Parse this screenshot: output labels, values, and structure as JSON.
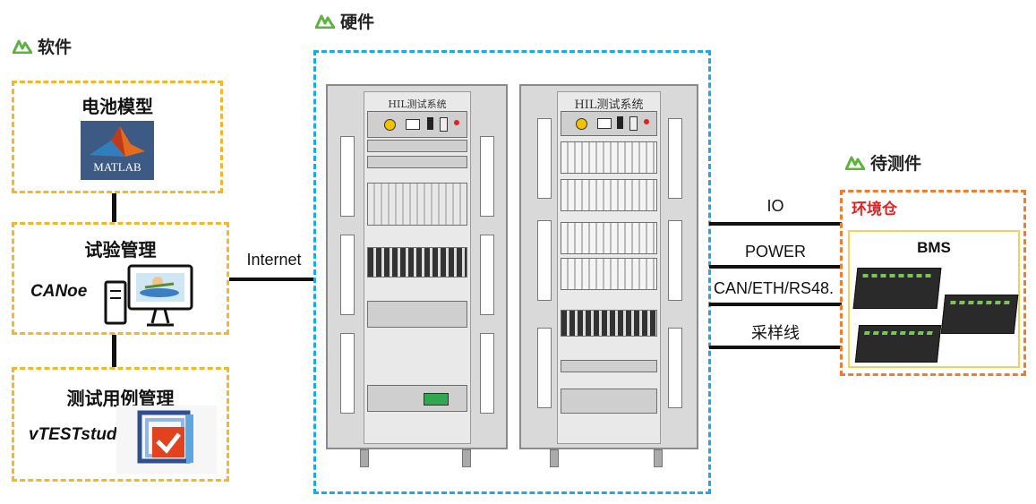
{
  "software": {
    "title": "软件",
    "battery_model": {
      "title": "电池模型",
      "logo_text": "MATLAB"
    },
    "test_management": {
      "title": "试验管理",
      "tool": "CANoe"
    },
    "testcase_management": {
      "title": "测试用例管理",
      "tool": "vTESTstudio"
    }
  },
  "hardware": {
    "title": "硬件",
    "rack_label": "HIL测试系统"
  },
  "dut": {
    "title": "待测件",
    "chamber": "环境仓",
    "device": "BMS"
  },
  "connections": {
    "internet": "Internet",
    "io": "IO",
    "power": "POWER",
    "bus": "CAN/ETH/RS48.",
    "sampling": "采样线"
  },
  "colors": {
    "software_border": "#f2b82a",
    "hardware_border": "#1fa8e6",
    "chamber_border": "#ee7d31",
    "chamber_title": "#e52020",
    "brand_green": "#5bb43c"
  }
}
